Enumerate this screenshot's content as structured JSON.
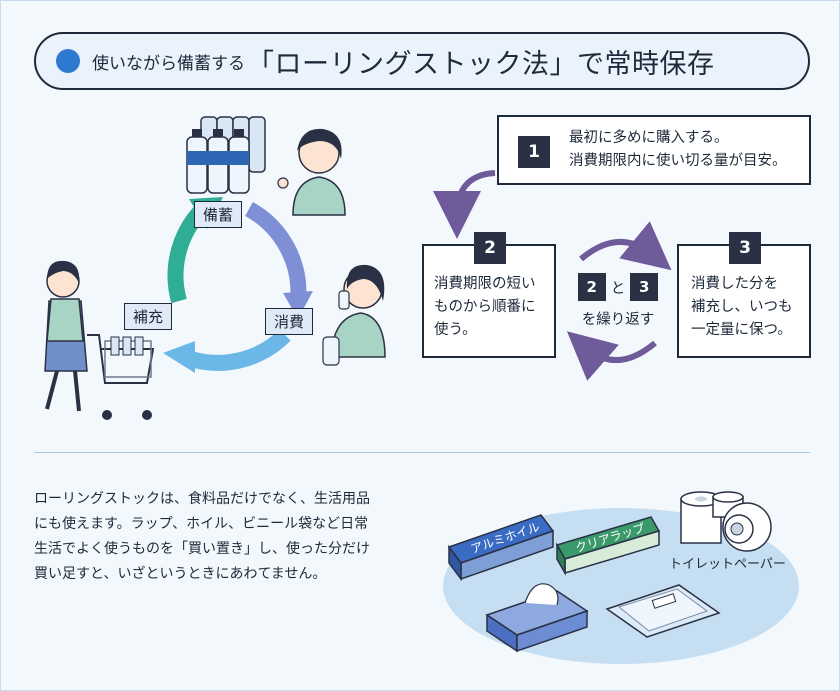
{
  "header": {
    "subtitle": "使いながら備蓄する",
    "title": "「ローリングストック法」で常時保存"
  },
  "cycle": {
    "stock_label": "備蓄",
    "consume_label": "消費",
    "refill_label": "補充"
  },
  "steps": [
    {
      "number": "1",
      "lines": [
        "最初に多めに購入する。",
        "消費期限内に使い切る量が目安。"
      ]
    },
    {
      "number": "2",
      "lines": [
        "消費期限の短い",
        "ものから順番に",
        "使う。"
      ]
    },
    {
      "number": "3",
      "lines": [
        "消費した分を",
        "補充し、いつも",
        "一定量に保つ。"
      ]
    }
  ],
  "repeat": {
    "a": "2",
    "and": "と",
    "b": "3",
    "text": "を繰り返す"
  },
  "description": [
    "ローリングストックは、食料品だけでなく、生活用品",
    "にも使えます。ラップ、ホイル、ビニール袋など日常",
    "生活でよく使うものを「買い置き」し、使った分だけ",
    "買い足すと、いざというときにあわてません。"
  ],
  "items": {
    "foil_label": "アルミホイル",
    "wrap_label": "クリアラップ",
    "toilet_paper_label": "トイレットペーパー"
  },
  "colors": {
    "accent_blue": "#2f7ad1",
    "badge_dark": "#2b3145",
    "arrow_purple": "#6f5a9a",
    "cycle_green": "#2fae95",
    "cycle_periwinkle": "#7f8fd6",
    "cycle_sky": "#6ab7e8"
  }
}
